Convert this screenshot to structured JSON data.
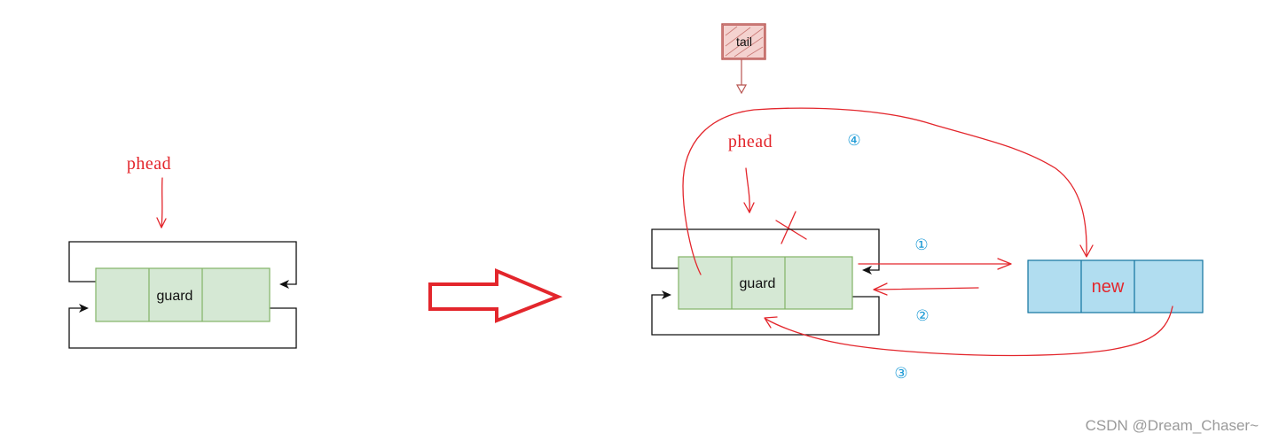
{
  "diagram": {
    "before": {
      "head_label": "phead",
      "node_label": "guard"
    },
    "after": {
      "tail_label": "tail",
      "head_label": "phead",
      "node_label": "guard",
      "new_node_label": "new",
      "steps": [
        "①",
        "②",
        "③",
        "④"
      ]
    }
  },
  "watermark": "CSDN @Dream_Chaser~",
  "colors": {
    "red": "#e3262c",
    "guard_fill": "#d5e8d4",
    "guard_stroke": "#82b366",
    "new_fill": "#b1ddf0",
    "new_stroke": "#10739e",
    "step_number": "#1b9ad6",
    "tail_fill": "#f4d2cf",
    "tail_stroke": "#b85450"
  }
}
